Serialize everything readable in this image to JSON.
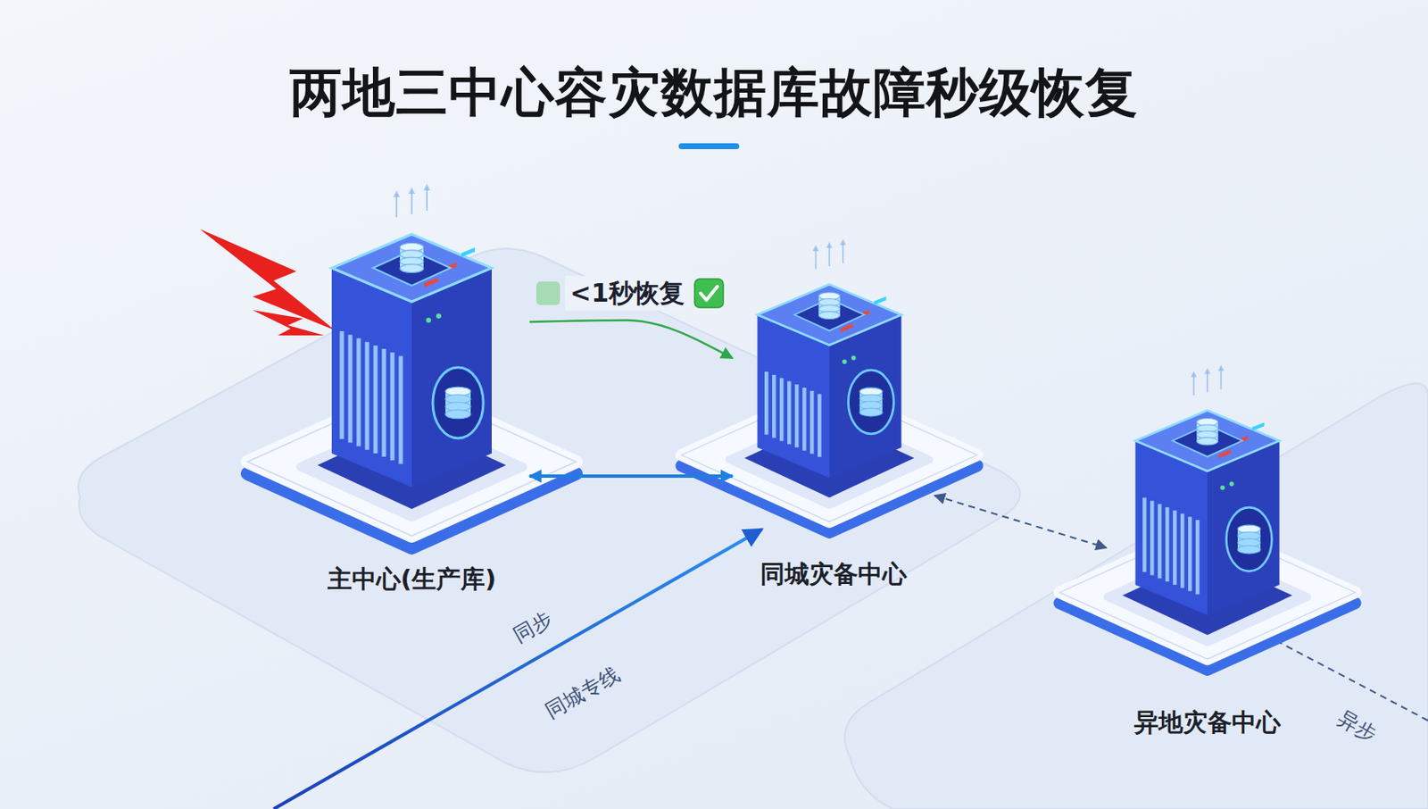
{
  "diagram": {
    "title": "两地三中心容灾数据库故障秒级恢复",
    "nodes": [
      {
        "text": [
          "主中心(生产库)"
        ]
      },
      {
        "text": [
          "同城灾备中心"
        ]
      },
      {
        "text": [
          "异地灾备中心"
        ]
      }
    ],
    "edges": [
      {
        "from": 0,
        "to": 1,
        "arrow": "to",
        "label": "<1秒恢复"
      },
      {
        "from": 0,
        "to": 1,
        "arrow": "both"
      },
      {
        "from": 1,
        "to": 2,
        "arrow": "both"
      }
    ],
    "labels": [
      "同步",
      "同城专线",
      "异步"
    ]
  }
}
